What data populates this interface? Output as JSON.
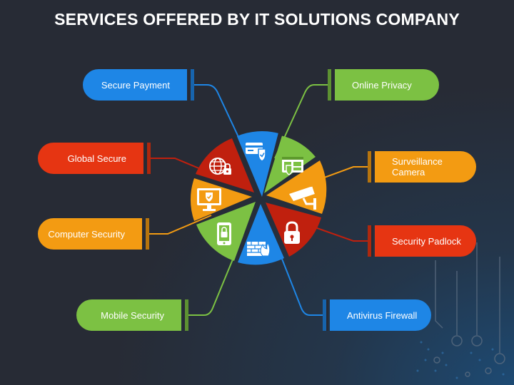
{
  "title": "SERVICES OFFERED BY IT SOLUTIONS COMPANY",
  "colors": {
    "background": "#272b35",
    "blue": "#1e86e6",
    "green": "#7cc143",
    "orange": "#f39b12",
    "red": "#e63512",
    "dark_red": "#c0200e",
    "white": "#ffffff"
  },
  "services": {
    "secure_payment": {
      "label": "Secure Payment",
      "color": "#1e86e6",
      "icon": "credit-card-shield-icon"
    },
    "global_secure": {
      "label": "Global Secure",
      "color": "#e63512",
      "icon": "globe-lock-icon"
    },
    "computer_security": {
      "label": "Computer Security",
      "color": "#f39b12",
      "icon": "monitor-shield-icon"
    },
    "mobile_security": {
      "label": "Mobile Security",
      "color": "#7cc143",
      "icon": "mobile-lock-icon"
    },
    "online_privacy": {
      "label": "Online Privacy",
      "color": "#7cc143",
      "icon": "browser-shield-icon"
    },
    "surveillance_camera": {
      "label": "Surveillance Camera",
      "color": "#f39b12",
      "icon": "cctv-camera-icon"
    },
    "security_padlock": {
      "label": "Security Padlock",
      "color": "#e63512",
      "icon": "padlock-icon"
    },
    "antivirus_firewall": {
      "label": "Antivirus Firewall",
      "color": "#1e86e6",
      "icon": "firewall-icon"
    }
  }
}
